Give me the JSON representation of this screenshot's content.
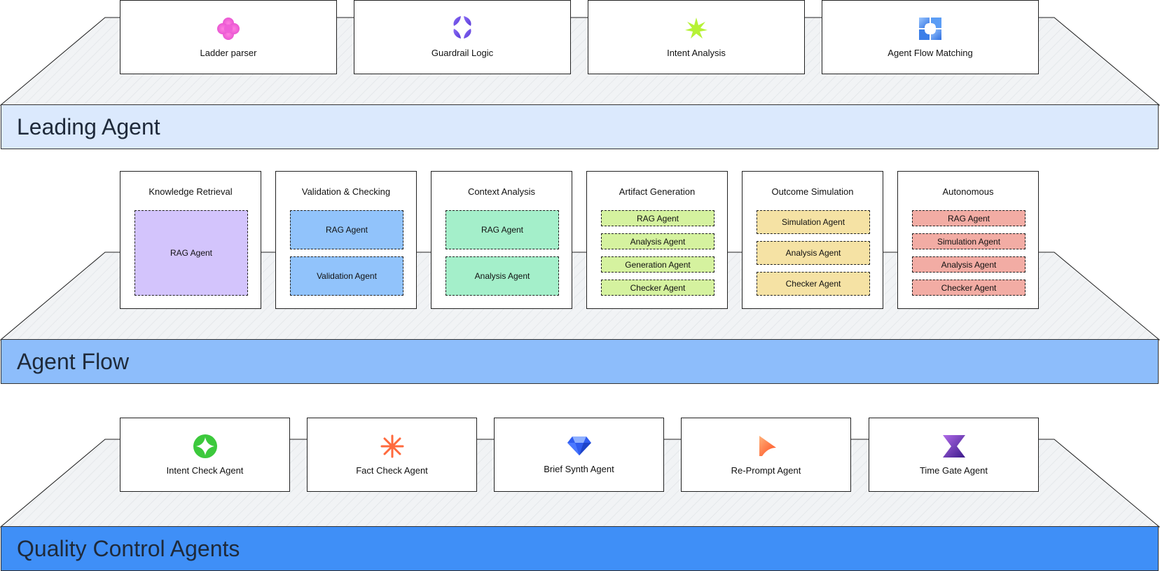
{
  "colors": {
    "leading_band": "#dbe9fd",
    "flow_band": "#8dbdfb",
    "qc_band": "#3f8ff7",
    "platform": "#f1f3f5"
  },
  "leading": {
    "band_label": "Leading Agent",
    "cards": [
      {
        "label": "Ladder parser",
        "icon": "pink-flower-icon"
      },
      {
        "label": "Guardrail Logic",
        "icon": "purple-petals-icon"
      },
      {
        "label": "Intent Analysis",
        "icon": "lime-star-icon"
      },
      {
        "label": "Agent Flow Matching",
        "icon": "blue-pinwheel-icon"
      }
    ]
  },
  "flow": {
    "band_label": "Agent Flow",
    "cards": [
      {
        "title": "Knowledge Retrieval",
        "color": "#d3c4fc",
        "agents": [
          "RAG Agent"
        ]
      },
      {
        "title": "Validation & Checking",
        "color": "#91c3fb",
        "agents": [
          "RAG Agent",
          "Validation Agent"
        ]
      },
      {
        "title": "Context Analysis",
        "color": "#a4efca",
        "agents": [
          "RAG Agent",
          "Analysis Agent"
        ]
      },
      {
        "title": "Artifact Generation",
        "color": "#d5f29f",
        "agents": [
          "RAG Agent",
          "Analysis Agent",
          "Generation Agent",
          "Checker Agent"
        ]
      },
      {
        "title": "Outcome Simulation",
        "color": "#f5e2a4",
        "agents": [
          "Simulation Agent",
          "Analysis Agent",
          "Checker Agent"
        ]
      },
      {
        "title": "Autonomous",
        "color": "#f2aca4",
        "agents": [
          "RAG Agent",
          "Simulation Agent",
          "Analysis Agent",
          "Checker Agent"
        ]
      }
    ]
  },
  "qc": {
    "band_label": "Quality Control Agents",
    "cards": [
      {
        "label": "Intent Check Agent",
        "icon": "green-diamond-star-icon"
      },
      {
        "label": "Fact Check Agent",
        "icon": "orange-asterisk-icon"
      },
      {
        "label": "Brief Synth Agent",
        "icon": "blue-gem-icon"
      },
      {
        "label": "Re-Prompt Agent",
        "icon": "orange-cursor-icon"
      },
      {
        "label": "Time Gate Agent",
        "icon": "purple-hourglass-icon"
      }
    ]
  }
}
